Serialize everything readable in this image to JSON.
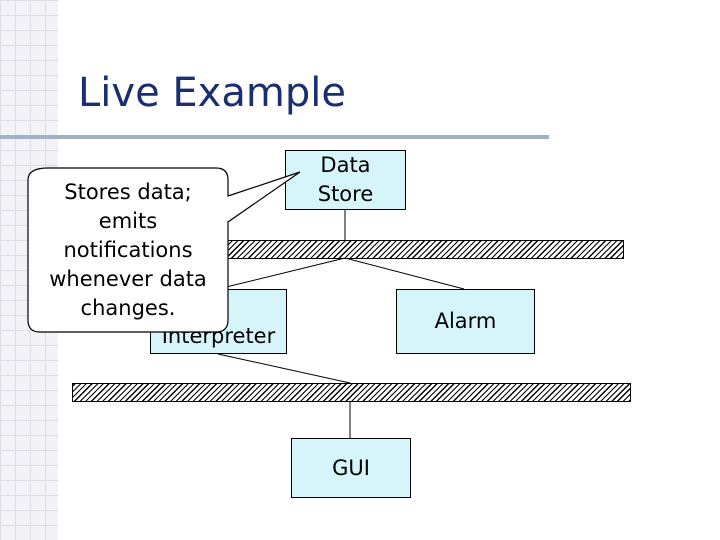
{
  "slide": {
    "title": "Live Example"
  },
  "diagram": {
    "data_store": "Data\nStore",
    "ui_interpreter": "UI\nInterpreter",
    "alarm": "Alarm",
    "gui": "GUI"
  },
  "callout": {
    "text": "Stores data;\nemits\nnotifications\nwhenever data\nchanges."
  }
}
